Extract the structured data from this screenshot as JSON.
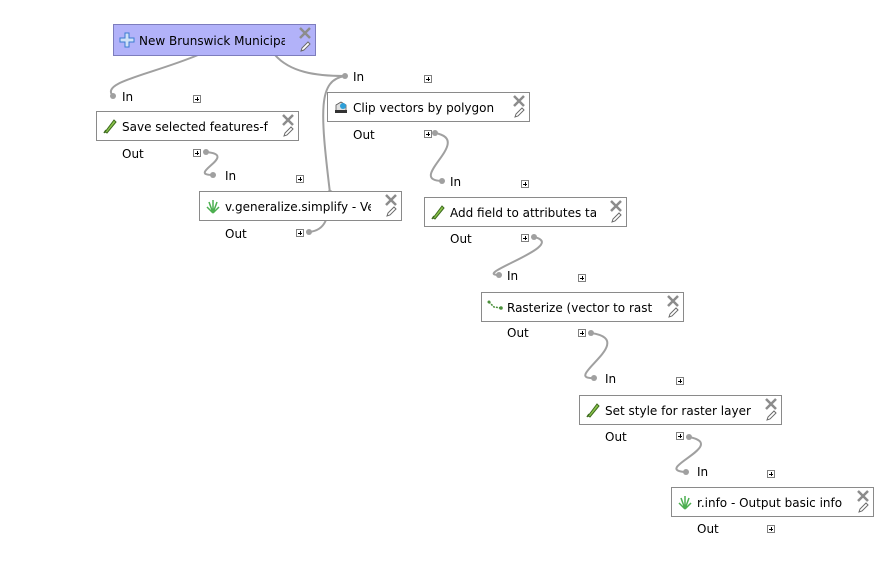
{
  "nodes": {
    "input": {
      "label": "New Brunswick Municipali..."
    },
    "save_selected": {
      "label": "Save selected features-fr...",
      "in_label": "In",
      "out_label": "Out"
    },
    "generalize": {
      "label": "v.generalize.simplify - Ve...",
      "in_label": "In",
      "out_label": "Out"
    },
    "clip": {
      "label": "Clip vectors by polygon",
      "in_label": "In",
      "out_label": "Out"
    },
    "add_field": {
      "label": "Add field to attributes table",
      "in_label": "In",
      "out_label": "Out"
    },
    "rasterize": {
      "label": "Rasterize (vector to raster)",
      "in_label": "In",
      "out_label": "Out"
    },
    "set_style": {
      "label": "Set style for raster layer",
      "in_label": "In",
      "out_label": "Out"
    },
    "rinfo": {
      "label": "r.info - Output basic infor...",
      "in_label": "In",
      "out_label": "Out"
    }
  },
  "colors": {
    "input_fill": "#b2b2f9",
    "link": "#a0a0a0",
    "port_dot": "#a0a0a0",
    "close_x": "#8c8c8c"
  },
  "icons": {
    "input": "plus-icon",
    "save_selected": "qgis-algorithm-icon",
    "generalize": "grass-icon",
    "clip": "gdal-icon",
    "add_field": "qgis-algorithm-icon",
    "rasterize": "gdal-rasterize-icon",
    "set_style": "qgis-algorithm-icon",
    "rinfo": "grass-icon"
  }
}
